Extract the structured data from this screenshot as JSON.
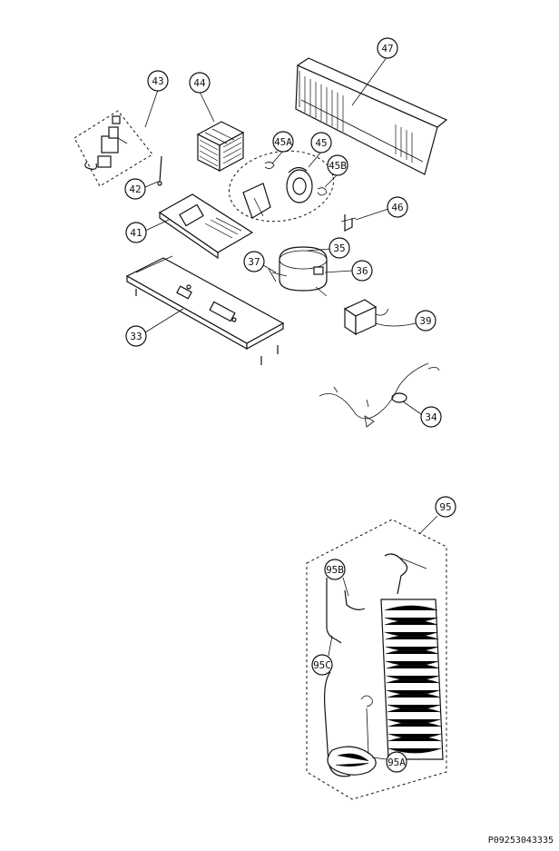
{
  "labels": {
    "p43": "43",
    "p44": "44",
    "p47": "47",
    "p45a": "45A",
    "p45": "45",
    "p45b": "45B",
    "p42": "42",
    "p46": "46",
    "p41": "41",
    "p35": "35",
    "p37": "37",
    "p36": "36",
    "p33": "33",
    "p39": "39",
    "p34": "34",
    "p95": "95",
    "p95b": "95B",
    "p95c": "95C",
    "p95a": "95A"
  },
  "doc_id": "P09253043335"
}
